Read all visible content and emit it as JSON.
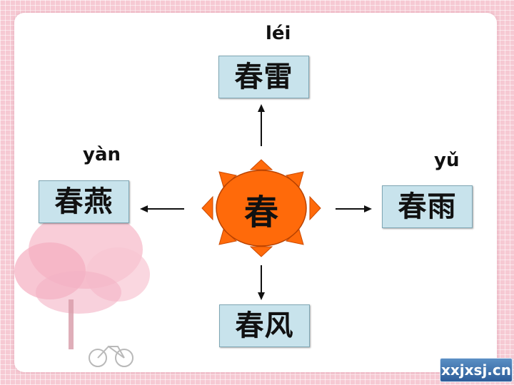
{
  "center": {
    "char": "春"
  },
  "words": {
    "top": {
      "pinyin": "léi",
      "text": "春雷"
    },
    "left": {
      "pinyin": "yàn",
      "text": "春燕"
    },
    "right": {
      "pinyin": "yǔ",
      "text": "春雨"
    },
    "bottom": {
      "text": "春风"
    }
  },
  "watermark": {
    "text": "xxjxsj.cn"
  },
  "colors": {
    "sun": "#ff6a0a",
    "box": "#c8e3ec",
    "background": "#f6c9d3"
  }
}
